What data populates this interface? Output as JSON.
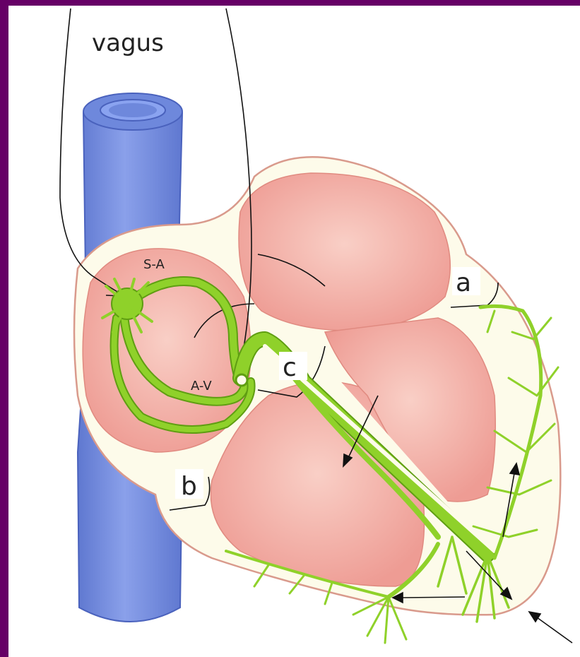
{
  "diagram": {
    "labels": {
      "vagus": "vagus",
      "sa": "S-A",
      "av": "A-V",
      "a": "a",
      "b": "b",
      "c": "c"
    },
    "colors": {
      "frame": "#660066",
      "vein": "#7b93e0",
      "vein_dark": "#5a72c9",
      "heart_outer": "#fdfbea",
      "heart_outline": "#d99a8c",
      "chamber": "#f2a8a0",
      "chamber_light": "#f7c6bd",
      "conduction": "#8fd12a",
      "conduction_dark": "#5f9e12",
      "nerve": "#111111"
    }
  }
}
